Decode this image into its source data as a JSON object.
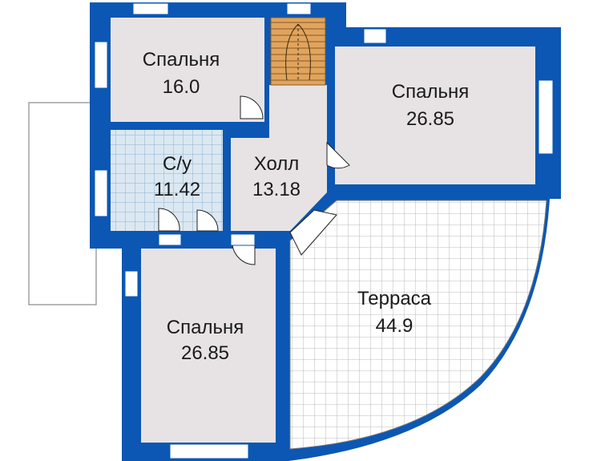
{
  "rooms": [
    {
      "name": "Спальня",
      "area": "16.0"
    },
    {
      "name": "Спальня",
      "area": "26.85"
    },
    {
      "name": "С/у",
      "area": "11.42"
    },
    {
      "name": "Холл",
      "area": "13.18"
    },
    {
      "name": "Спальня",
      "area": "26.85"
    },
    {
      "name": "Терраса",
      "area": "44.9"
    }
  ],
  "colors": {
    "wall": "#0b57b3",
    "room_fill": "#e7e3e4",
    "tile_fill": "#dbe8f2",
    "tile_line": "#8fb1c9",
    "terrace_fill": "#ffffff",
    "terrace_grid": "#9a9a9a",
    "stairs": "#d99a52",
    "window_fill": "#ffffff"
  }
}
